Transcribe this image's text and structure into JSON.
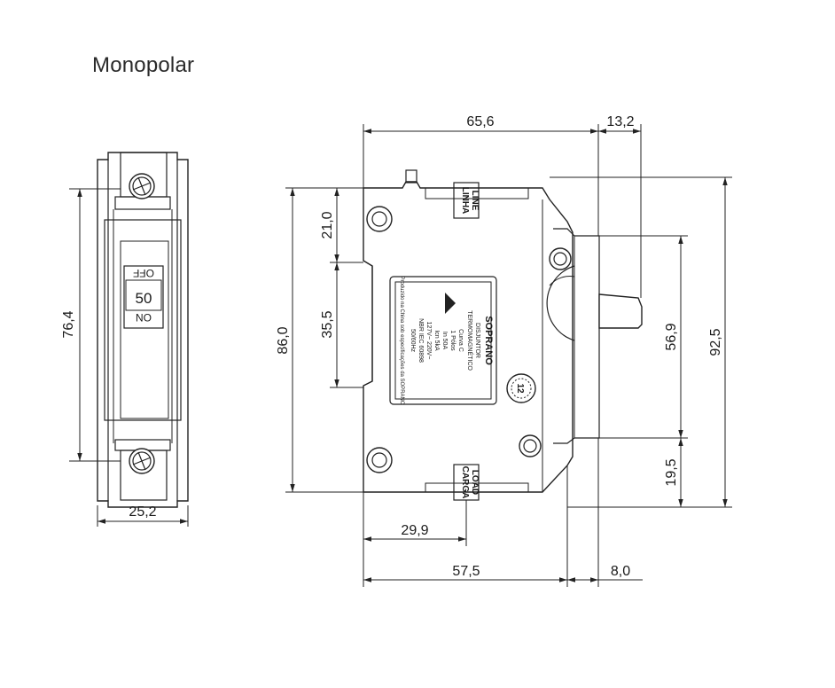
{
  "title": "Monopolar",
  "dimensions": {
    "front_height": "76,4",
    "front_width": "25,2",
    "top_width": "65,6",
    "top_extra": "13,2",
    "upper_offset": "21,0",
    "mid_height": "35,5",
    "total_height": "86,0",
    "lever_span": "56,9",
    "overall_height": "92,5",
    "lower_offset": "19,5",
    "label_offset": "29,9",
    "base_width": "57,5",
    "lever_depth": "8,0"
  },
  "front_view": {
    "rating": "50",
    "off_text": "OFF",
    "on_text": "ON"
  },
  "side_view": {
    "line_label": [
      "LINHA",
      "LINE"
    ],
    "load_label": [
      "CARGA",
      "LOAD"
    ],
    "dial_value": "12",
    "brand": "SOPRANO",
    "label_lines": [
      "DISJUNTOR",
      "TERMOMAGNÉTICO",
      "Curva C",
      "1 Pólos",
      "In 50A",
      "Icn 5kA",
      "127V~ 220V~",
      "NBR IEC 60898",
      "50/60Hz",
      "Produzido na China sob especificações da SOPRANO"
    ]
  }
}
